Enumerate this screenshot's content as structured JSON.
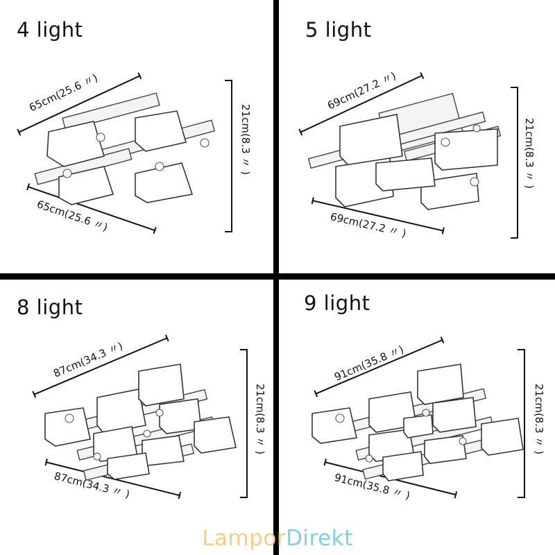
{
  "panels": [
    {
      "id": "4-light",
      "title": "4 light",
      "width_top": "65cm(25.6 〃)",
      "width_bottom": "65cm(25.6 〃)",
      "height": "21cm(8.3 〃 )"
    },
    {
      "id": "5-light",
      "title": "5 light",
      "width_top": "69cm(27.2 〃)",
      "width_bottom": "69cm(27.2 〃 )",
      "height": "21cm(8.3 〃 )"
    },
    {
      "id": "8-light",
      "title": "8 light",
      "width_top": "87cm(34.3 〃)",
      "width_bottom": "87cm(34.3 〃 )",
      "height": "21cm(8.3 〃 )"
    },
    {
      "id": "9-light",
      "title": "9 light",
      "width_top": "91cm(35.8 〃)",
      "width_bottom": "91cm(35.8 〃 )",
      "height": "21cm(8.3 〃 )"
    }
  ],
  "watermark": {
    "part1": "Lampor",
    "part2": "Direkt",
    "color1": "#f2cf8a",
    "color2": "#7fd0e0"
  }
}
